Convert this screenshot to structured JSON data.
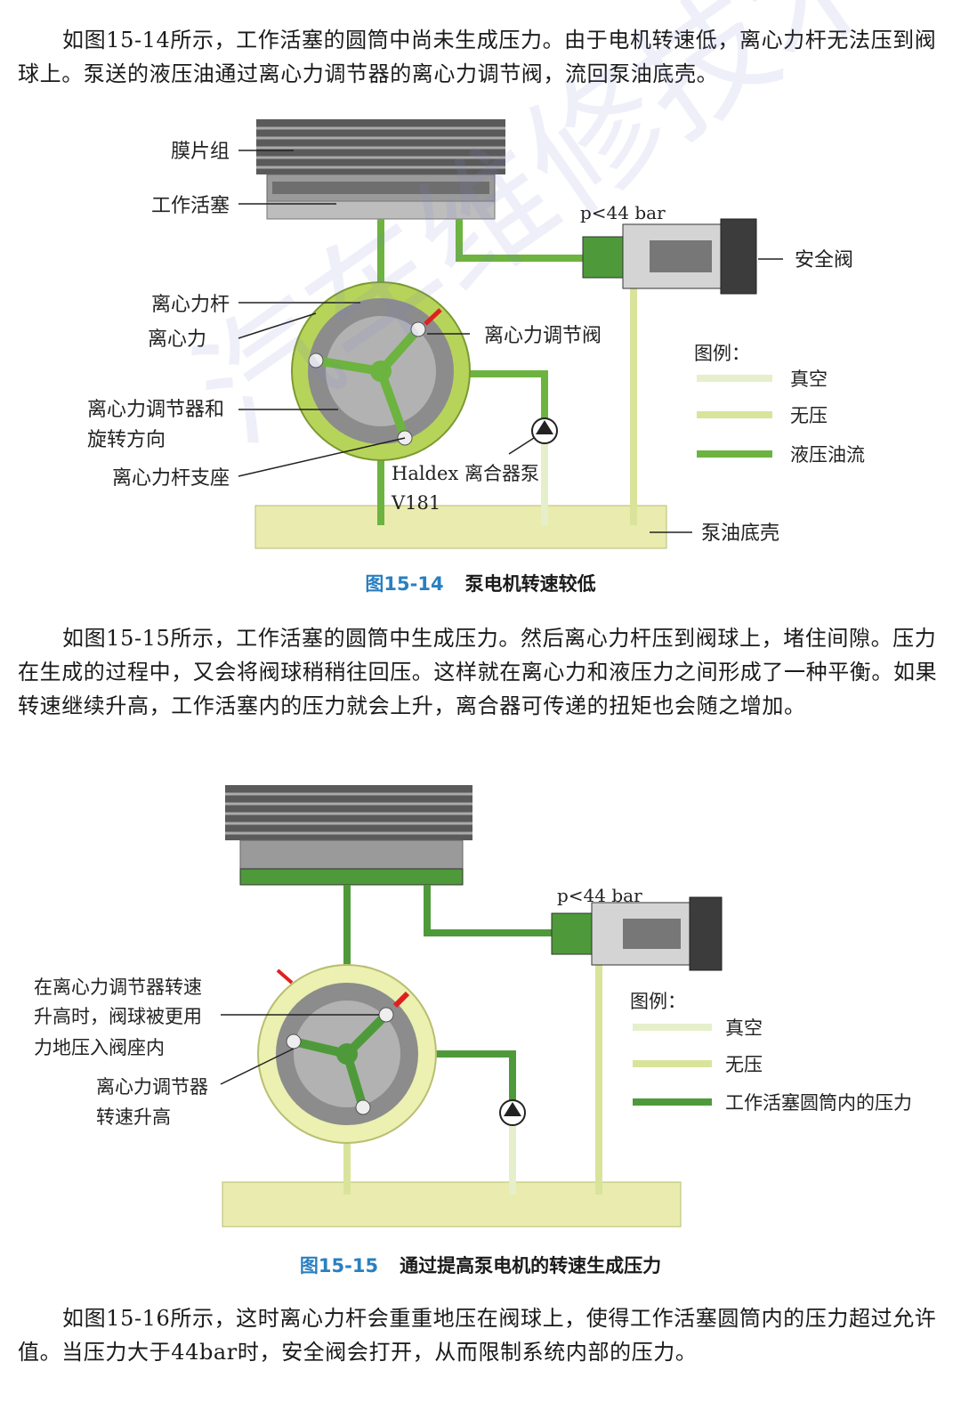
{
  "paragraphs": {
    "p1": "如图15-14所示，工作活塞的圆筒中尚未生成压力。由于电机转速低，离心力杆无法压到阀球上。泵送的液压油通过离心力调节器的离心力调节阀，流回泵油底壳。",
    "p2": "如图15-15所示，工作活塞的圆筒中生成压力。然后离心力杆压到阀球上，堵住间隙。压力在生成的过程中，又会将阀球稍稍往回压。这样就在离心力和液压力之间形成了一种平衡。如果转速继续升高，工作活塞内的压力就会上升，离合器可传递的扭矩也会随之增加。",
    "p3": "如图15-16所示，这时离心力杆会重重地压在阀球上，使得工作活塞圆筒内的压力超过允许值。当压力大于44bar时，安全阀会打开，从而限制系统内部的压力。"
  },
  "figure1": {
    "caption_num": "图15-14",
    "caption_title": "泵电机转速较低",
    "labels": {
      "membrane": "膜片组",
      "piston": "工作活塞",
      "lever": "离心力杆",
      "force": "离心力",
      "regulator_dir_1": "离心力调节器和",
      "regulator_dir_2": "旋转方向",
      "lever_support": "离心力杆支座",
      "valve": "离心力调节阀",
      "pressure": "p<44 bar",
      "safety_valve": "安全阀",
      "pump_1": "Haldex 离合器泵",
      "pump_2": "V181",
      "sump": "泵油底壳"
    },
    "legend": {
      "title": "图例：",
      "items": [
        "真空",
        "无压",
        "液压油流"
      ]
    }
  },
  "figure2": {
    "caption_num": "图15-15",
    "caption_title": "通过提高泵电机的转速生成压力",
    "labels": {
      "ball_1": "在离心力调节器转速",
      "ball_2": "升高时，阀球被更用",
      "ball_3": "力地压入阀座内",
      "speed_1": "离心力调节器",
      "speed_2": "转速升高",
      "pressure": "p<44 bar"
    },
    "legend": {
      "title": "图例：",
      "items": [
        "真空",
        "无压",
        "工作活塞圆筒内的压力"
      ]
    }
  },
  "watermark": "汽车维修技术与知识",
  "colors": {
    "oil": "#6db33f",
    "no_pressure": "#d9e49a",
    "vacuum": "#e6efcc",
    "working_pressure": "#4e9a3a",
    "caption_blue": "#2a7fc0",
    "arrow_red": "#e02020"
  }
}
